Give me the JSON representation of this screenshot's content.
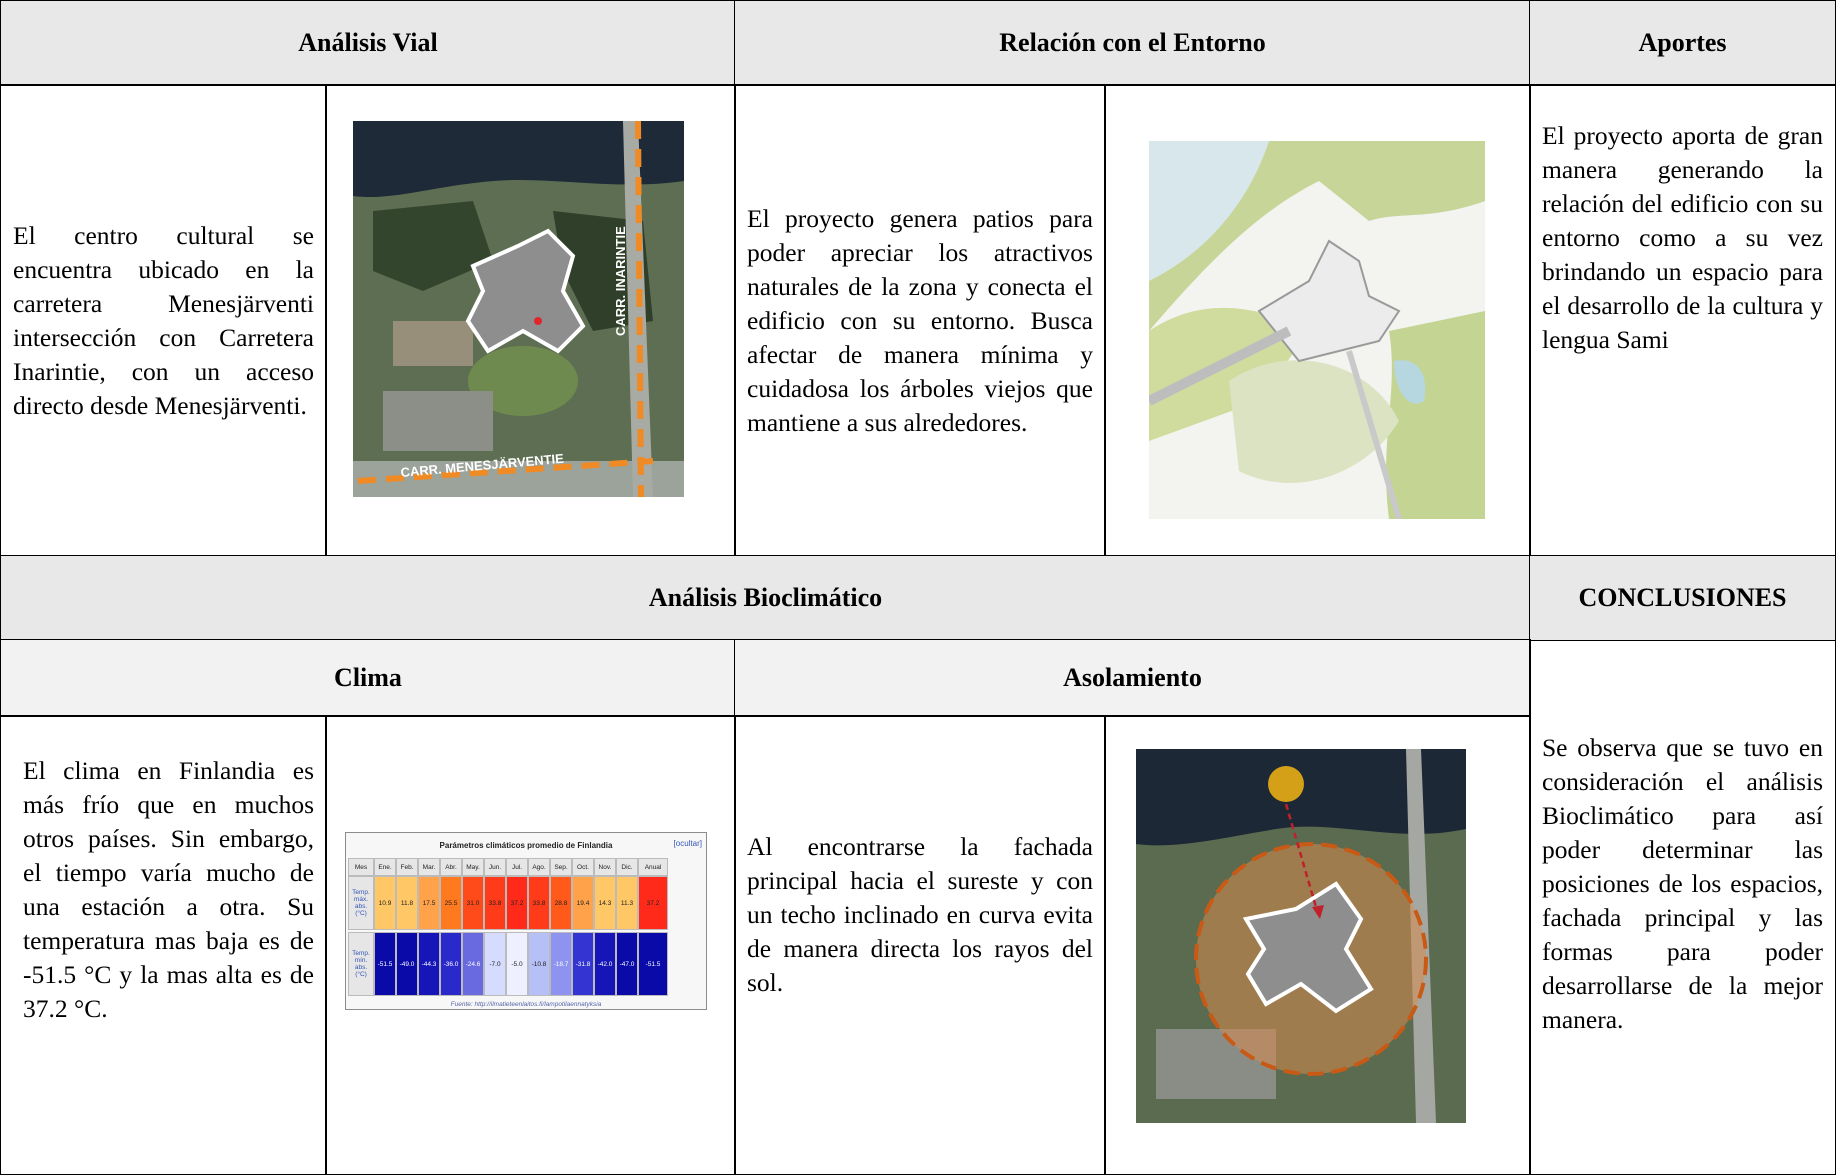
{
  "headers": {
    "vial": "Análisis Vial",
    "entorno": "Relación con el Entorno",
    "aportes": "Aportes",
    "bioclimatico": "Análisis Bioclimático",
    "conclusiones": "CONCLUSIONES",
    "clima": "Clima",
    "asolamiento": "Asolamiento"
  },
  "texts": {
    "vial": "El centro cultural se encuentra ubicado en la carretera Menesjärventi intersección con Carretera Inarintie, con un acceso directo desde Menesjärventi.",
    "entorno": "El proyecto genera patios para poder apreciar los atractivos naturales de la zona y conecta el edificio con su entorno. Busca afectar de manera mínima y cuidadosa los árboles viejos que mantiene a sus alrededores.",
    "aportes": "El proyecto aporta de gran manera generando la relación del edificio con su entorno como a su vez brindando un espacio para el desarrollo de la cultura y lengua Sami",
    "clima": "El clima en Finlandia es más frío que en muchos otros países. Sin embargo, el tiempo varía mucho de una estación a otra. Su temperatura mas baja es de -51.5 °C y la mas alta es de 37.2 °C.",
    "asolamiento": "Al encontrarse la fachada principal hacia el sureste y con un techo inclinado en curva evita de manera directa los rayos del sol.",
    "conclusiones": "Se observa que se tuvo en consideración el análisis Bioclimático para así poder determinar las posiciones de los espacios, fachada principal y las formas para poder desarrollarse de la mejor manera."
  },
  "map_labels": {
    "road_1": "CARR. MENESJÄRVENTIE",
    "road_2": "CARR. INARINTIE"
  },
  "climate_table": {
    "title": "Parámetros climáticos promedio de Finlandia",
    "hide": "[ocultar]",
    "columns": [
      "Mes",
      "Ene.",
      "Feb.",
      "Mar.",
      "Abr.",
      "May.",
      "Jun.",
      "Jul.",
      "Ago.",
      "Sep.",
      "Oct.",
      "Nov.",
      "Dic.",
      "Anual"
    ],
    "max_label": "Temp. máx. abs. (°C)",
    "max_values": [
      "10.9",
      "11.8",
      "17.5",
      "25.5",
      "31.0",
      "33.8",
      "37.2",
      "33.8",
      "28.8",
      "19.4",
      "14.3",
      "11.3",
      "37.2"
    ],
    "max_colors": [
      "#ffc766",
      "#ffc766",
      "#ffa24a",
      "#ff7a1f",
      "#ff4b1a",
      "#ff3b1a",
      "#ff2a1a",
      "#ff3b1a",
      "#ff5a1a",
      "#ffa24a",
      "#ffc766",
      "#ffc766",
      "#ff2a1a"
    ],
    "min_label": "Temp. mín. abs. (°C)",
    "min_values": [
      "-51.5",
      "-49.0",
      "-44.3",
      "-36.0",
      "-24.6",
      "-7.0",
      "-5.0",
      "-10.8",
      "-18.7",
      "-31.8",
      "-42.0",
      "-47.0",
      "-51.5"
    ],
    "min_colors": [
      "#0a0aa8",
      "#0a0aa8",
      "#1616b8",
      "#2a2acb",
      "#6a6ae0",
      "#d6dcff",
      "#eef0ff",
      "#b7bff7",
      "#8d93ee",
      "#3434d2",
      "#1616b8",
      "#0a0aa8",
      "#0a0aa8"
    ],
    "source": "Fuente: http://ilmatieteenlaitos.fi/lampotilaennatyksia"
  }
}
